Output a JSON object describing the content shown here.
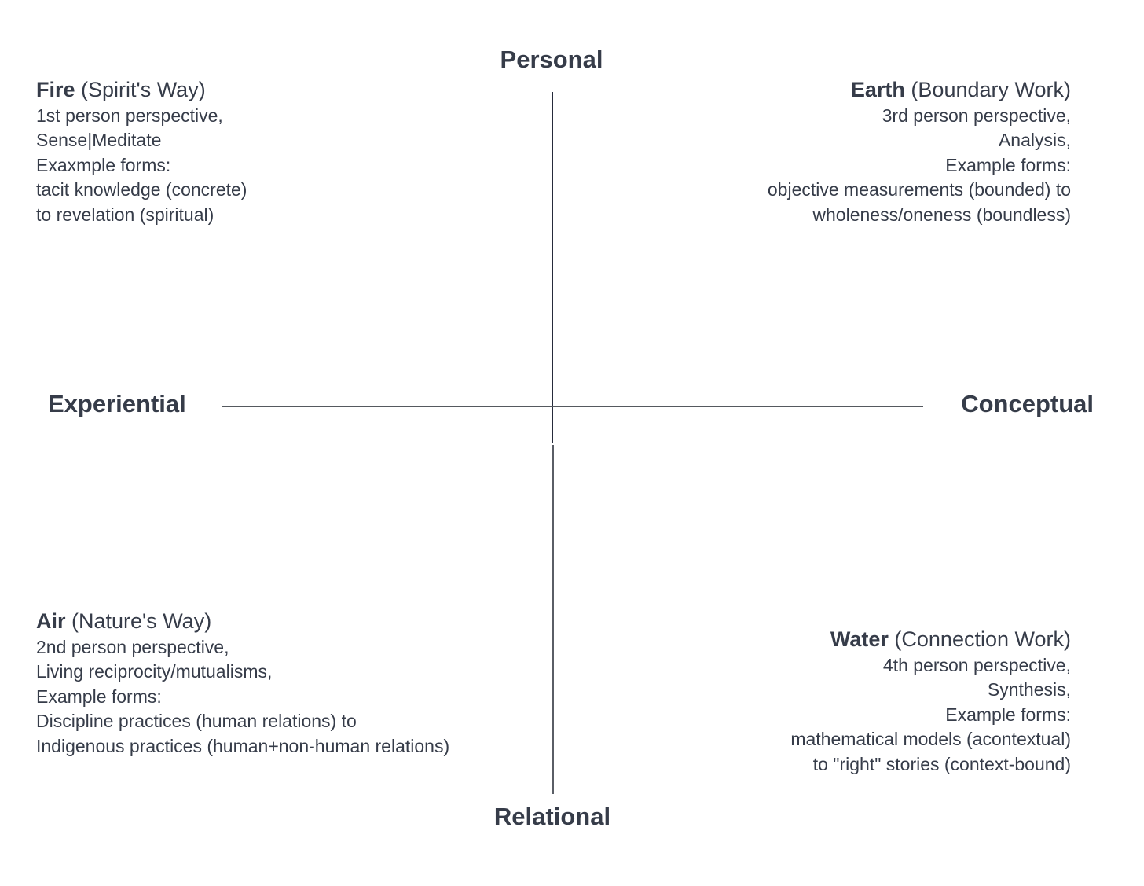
{
  "diagram": {
    "axis_labels": {
      "top": "Personal",
      "bottom": "Relational",
      "left": "Experiential",
      "right": "Conceptual"
    },
    "quadrants": {
      "fire": {
        "name": "Fire",
        "subtitle": " (Spirit's Way)",
        "lines": [
          "1st person perspective,",
          "Sense|Meditate",
          "Exaxmple forms:",
          "tacit knowledge (concrete)",
          "to revelation (spiritual)"
        ]
      },
      "earth": {
        "name": "Earth",
        "subtitle": " (Boundary Work)",
        "lines": [
          "3rd person perspective,",
          "Analysis,",
          "Example forms:",
          "objective measurements (bounded) to",
          "wholeness/oneness (boundless)"
        ]
      },
      "air": {
        "name": "Air",
        "subtitle": " (Nature's Way)",
        "lines": [
          "2nd person perspective,",
          "Living reciprocity/mutualisms,",
          "Example forms:",
          "Discipline practices (human relations) to",
          "Indigenous practices (human+non-human relations)"
        ]
      },
      "water": {
        "name": "Water",
        "subtitle": " (Connection Work)",
        "lines": [
          "4th person perspective,",
          "Synthesis,",
          "Example forms:",
          "mathematical models (acontextual)",
          "to \"right\" stories (context-bound)"
        ]
      }
    },
    "colors": {
      "text": "#363c49",
      "axis_line_horizontal": "#55595f",
      "axis_line_vertical_upper": "#262b3b",
      "axis_line_vertical_lower": "#5a5e66",
      "background": "#ffffff"
    }
  }
}
